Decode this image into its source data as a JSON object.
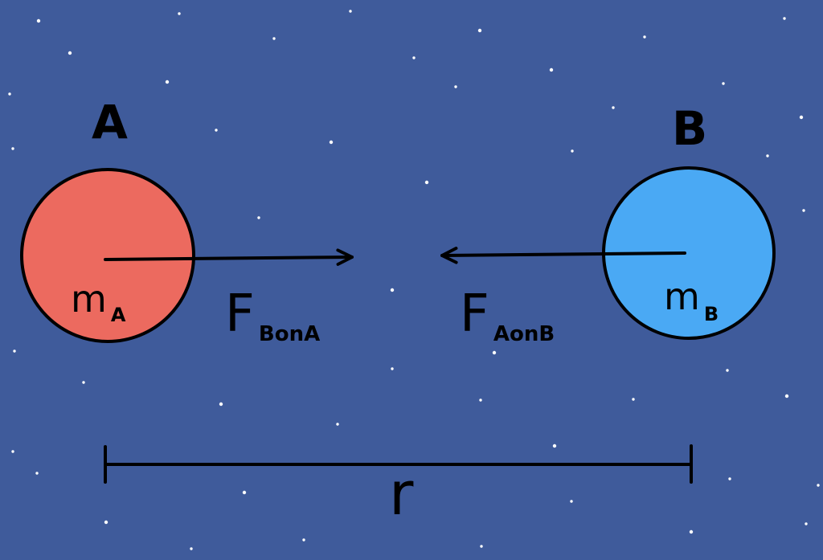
{
  "colors": {
    "background": "#3f5b9b",
    "body_a": "#ec6a5f",
    "body_b": "#4aa9f4",
    "stroke": "#000000",
    "stars": "#ffffff"
  },
  "body_a": {
    "label": "A",
    "mass_symbol": "m",
    "mass_subscript": "A"
  },
  "body_b": {
    "label": "B",
    "mass_symbol": "m",
    "mass_subscript": "B"
  },
  "force_b_on_a": {
    "symbol": "F",
    "subscript": "BonA"
  },
  "force_a_on_b": {
    "symbol": "F",
    "subscript": "AonB"
  },
  "distance": {
    "label": "r"
  }
}
